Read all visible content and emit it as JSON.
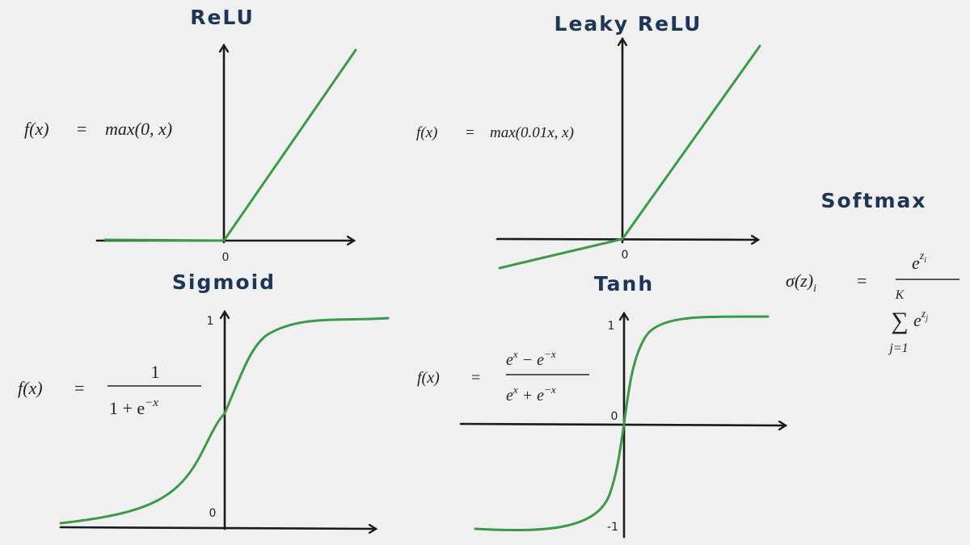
{
  "colors": {
    "background": "#f0f0f0",
    "title": "#1d3557",
    "curve": "#3a9a48",
    "axis": "#1a1a1a"
  },
  "panels": {
    "relu": {
      "title": "ReLU",
      "formula_lhs": "f(x)",
      "equals": "=",
      "formula_rhs": "max(0, x)",
      "origin_label": "0"
    },
    "leaky_relu": {
      "title": "Leaky ReLU",
      "formula_lhs": "f(x)",
      "equals": "=",
      "formula_rhs": "max(0.01x, x)",
      "origin_label": "0"
    },
    "sigmoid": {
      "title": "Sigmoid",
      "formula_lhs": "f(x)",
      "equals": "=",
      "numerator": "1",
      "denominator_base": "1 + e",
      "denominator_exp": "−x",
      "top_label": "1",
      "origin_label": "0"
    },
    "tanh": {
      "title": "Tanh",
      "formula_lhs": "f(x)",
      "equals": "=",
      "num_e1": "e",
      "num_exp1": "x",
      "num_op": " − e",
      "num_exp2": "−x",
      "den_e1": "e",
      "den_exp1": "x",
      "den_op": " + e",
      "den_exp2": "−x",
      "top_label": "1",
      "origin_label": "0",
      "bottom_label": "-1"
    },
    "softmax": {
      "title": "Softmax",
      "lhs": "σ(z)",
      "lhs_sub": "i",
      "equals": "=",
      "numerator_base": "e",
      "numerator_exp": "z",
      "numerator_exp_sub": "i",
      "sum_upper": "K",
      "sum_symbol": "∑",
      "sum_base": "e",
      "sum_exp": "z",
      "sum_exp_sub": "j",
      "sum_lower": "j=1"
    }
  }
}
